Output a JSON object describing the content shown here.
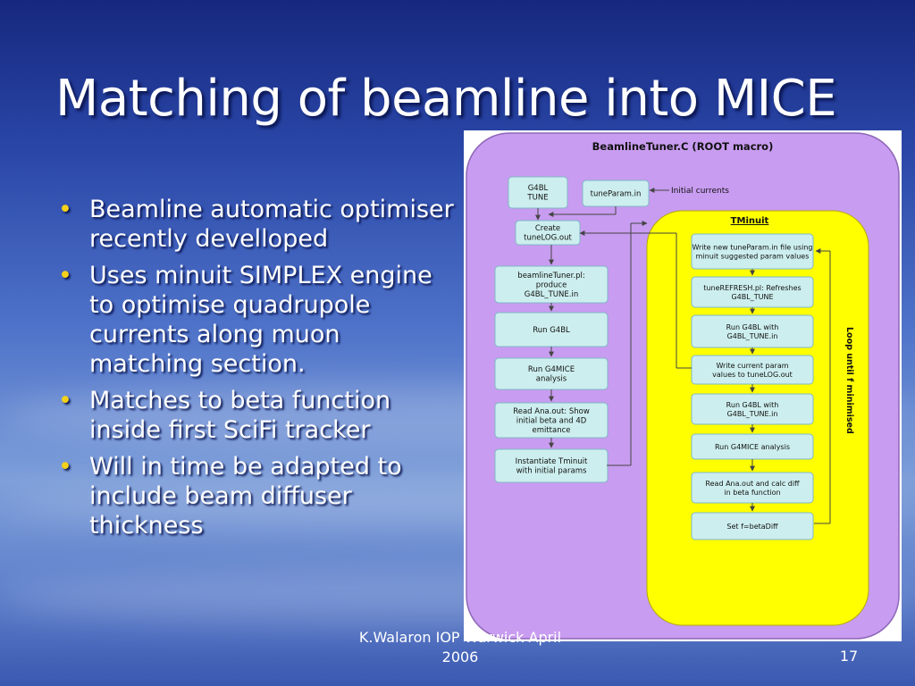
{
  "slide": {
    "title": "Matching of beamline into MICE",
    "bullets": [
      "Beamline automatic optimiser recently develloped",
      "Uses minuit SIMPLEX engine to optimise quadrupole currents along muon matching section.",
      "Matches to beta function inside first SciFi tracker",
      "Will in time be adapted to include beam diffuser thickness"
    ],
    "bullet_symbol": "•",
    "footer_author_line1": "K.Walaron IOP Warwick April",
    "footer_author_line2": "2006",
    "page_number": "17"
  },
  "colors": {
    "bullet": "#f5d21a",
    "title_text": "#ffffff",
    "diagram_outer": "#c89cf0",
    "tminuit_box": "#ffff00",
    "flow_box": "#cdeeee",
    "flow_box_border": "#7fb8c8"
  },
  "diagram": {
    "title": "BeamlineTuner.C (ROOT macro)",
    "tminuit_label": "TMinuit",
    "loop_label": "Loop until f minimised",
    "initial_currents_label": "Initial currents",
    "main_flow": [
      {
        "id": "g4bl-tune",
        "lines": [
          "G4BL",
          "TUNE"
        ]
      },
      {
        "id": "tuneparam-in",
        "lines": [
          "tuneParam.in"
        ]
      },
      {
        "id": "create-tunelog",
        "lines": [
          "Create",
          "tuneLOG.out"
        ]
      },
      {
        "id": "beamlinetuner-pl",
        "lines": [
          "beamlineTuner.pl:",
          "produce",
          "G4BL_TUNE.in"
        ]
      },
      {
        "id": "run-g4bl",
        "lines": [
          "Run G4BL"
        ]
      },
      {
        "id": "run-g4mice-analysis",
        "lines": [
          "Run G4MICE",
          "analysis"
        ]
      },
      {
        "id": "read-ana-out",
        "lines": [
          "Read Ana.out: Show",
          "initial beta and 4D",
          "emittance"
        ]
      },
      {
        "id": "instantiate-tminuit",
        "lines": [
          "Instantiate Tminuit",
          "with initial params"
        ]
      }
    ],
    "tminuit_flow": [
      {
        "id": "write-tuneparam",
        "lines": [
          "Write new tuneParam.in file using",
          "minuit suggested param values"
        ]
      },
      {
        "id": "tunerefresh-pl",
        "lines": [
          "tuneREFRESH.pl: Refreshes",
          "G4BL_TUNE"
        ]
      },
      {
        "id": "run-g4bl-tune-1",
        "lines": [
          "Run G4BL with",
          "G4BL_TUNE.in"
        ]
      },
      {
        "id": "write-current-param",
        "lines": [
          "Write current param",
          "values to tuneLOG.out"
        ]
      },
      {
        "id": "run-g4bl-tune-2",
        "lines": [
          "Run G4BL with",
          "G4BL_TUNE.in"
        ]
      },
      {
        "id": "run-g4mice-analysis-2",
        "lines": [
          "Run G4MICE analysis"
        ]
      },
      {
        "id": "read-ana-calc",
        "lines": [
          "Read Ana.out and calc diff",
          "in beta function"
        ]
      },
      {
        "id": "set-f",
        "lines": [
          "Set f=betaDiff"
        ]
      }
    ]
  }
}
